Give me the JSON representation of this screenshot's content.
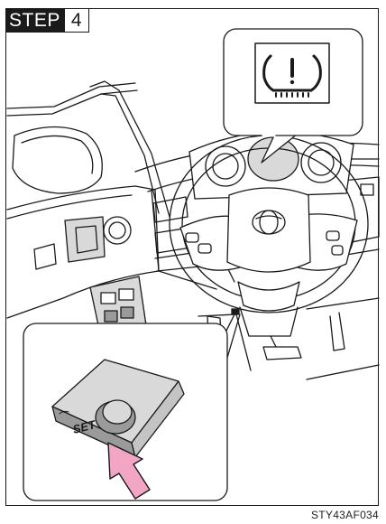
{
  "step": {
    "label": "STEP",
    "number": "4"
  },
  "detail": {
    "button_text": "SET"
  },
  "figure_code": "STY43AF034",
  "colors": {
    "line": "#1a1a1a",
    "panel": "#d9d9d9",
    "dark_panel": "#9a9a9a",
    "arrow": "#f2a6c4"
  },
  "icons": {
    "warning": "tire-pressure-warning-icon",
    "arrow": "press-arrow-icon"
  }
}
